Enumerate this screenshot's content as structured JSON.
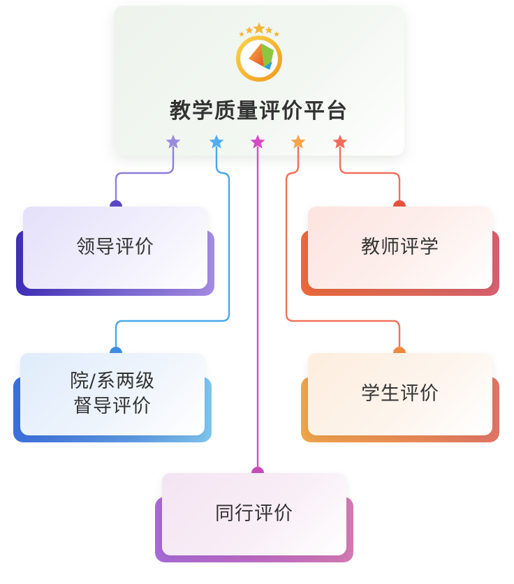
{
  "platform": {
    "title": "教学质量评价平台",
    "logo_icon": "platform-logo-icon"
  },
  "nodes": [
    {
      "label": "领导评价",
      "accent": "#6a5ccf"
    },
    {
      "label": "院/系两级",
      "label2": "督导评价",
      "accent": "#4a84e0"
    },
    {
      "label": "同行评价",
      "accent": "#c45ab8"
    },
    {
      "label": "教师评学",
      "accent": "#e8624e"
    },
    {
      "label": "学生评价",
      "accent": "#f0913e"
    }
  ],
  "colors": {
    "star1": "#9b8be0",
    "star2": "#52aef0",
    "star3": "#d64cc5",
    "star4": "#f5a44a",
    "star5": "#f06b5a"
  }
}
